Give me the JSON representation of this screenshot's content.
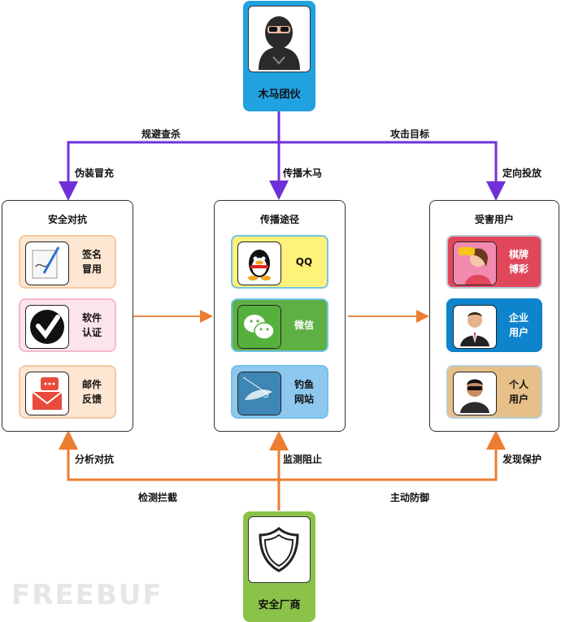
{
  "colors": {
    "purple": "#7030d8",
    "orange": "#ed7d31",
    "blue": "#21a1e0",
    "green": "#8bc34a",
    "gray_line": "#e58a4a"
  },
  "top_actor": {
    "label": "木马团伙",
    "icon": "hacker-icon"
  },
  "bottom_actor": {
    "label": "安全厂商",
    "icon": "shield-icon"
  },
  "groups": {
    "security": {
      "title": "安全对抗",
      "items": [
        {
          "label": "签名\n冒用",
          "icon": "signature-icon"
        },
        {
          "label": "软件\n认证",
          "icon": "verified-check-icon"
        },
        {
          "label": "邮件\n反馈",
          "icon": "mail-icon"
        }
      ]
    },
    "spread": {
      "title": "传播途径",
      "items": [
        {
          "label": "QQ",
          "icon": "qq-penguin-icon"
        },
        {
          "label": "微信",
          "icon": "wechat-icon"
        },
        {
          "label": "钓鱼\n网站",
          "icon": "fishing-icon"
        }
      ]
    },
    "victims": {
      "title": "受害用户",
      "items": [
        {
          "label": "棋牌\n博彩",
          "icon": "card-game-icon"
        },
        {
          "label": "企业\n用户",
          "icon": "business-user-icon"
        },
        {
          "label": "个人\n用户",
          "icon": "personal-user-icon"
        }
      ]
    }
  },
  "edges": {
    "evade_kill": "规避查杀",
    "attack_target": "攻击目标",
    "disguise": "伪装冒充",
    "spread_trojan": "传播木马",
    "targeted_delivery": "定向投放",
    "analyze_counter": "分析对抗",
    "monitor_block": "监测阻止",
    "detect_protect": "发现保护",
    "detect_intercept": "检测拦截",
    "active_defense": "主动防御"
  },
  "watermark": "FREEBUF"
}
